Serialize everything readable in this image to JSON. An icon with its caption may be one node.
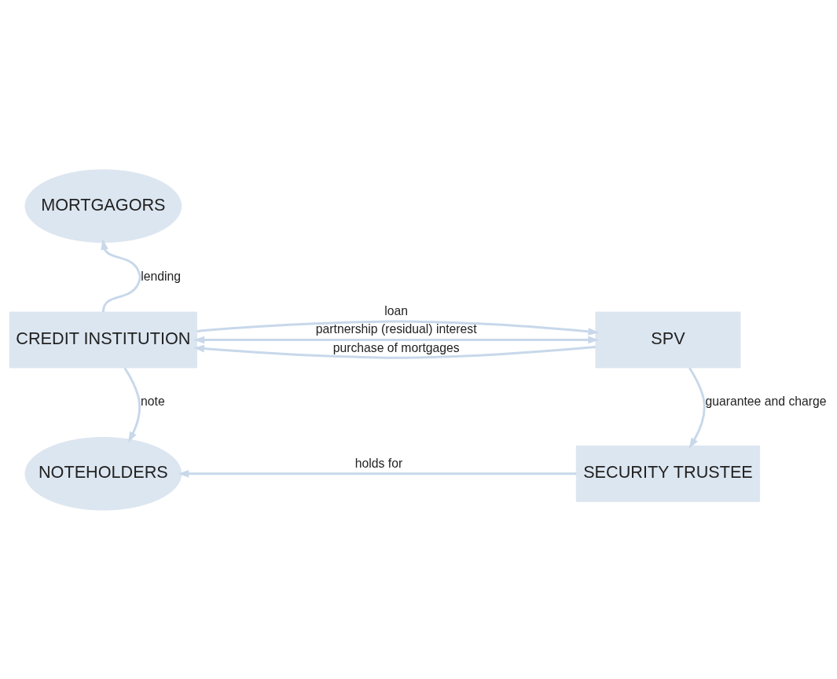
{
  "diagram": {
    "nodes": [
      {
        "text": [
          "MORTGAGORS"
        ]
      },
      {
        "text": [
          "CREDIT INSTITUTION"
        ]
      },
      {
        "text": [
          "SPV"
        ]
      },
      {
        "text": [
          "NOTEHOLDERS"
        ]
      },
      {
        "text": [
          "SECURITY TRUSTEE"
        ]
      }
    ],
    "edges": [
      {
        "from": 1,
        "to": 0,
        "arrow": "to",
        "label": "lending"
      },
      {
        "from": 1,
        "to": 2,
        "arrow": "both",
        "label": "partnership (residual) interest"
      },
      {
        "from": 1,
        "to": 2,
        "arrow": "to",
        "label": "loan"
      },
      {
        "from": 2,
        "to": 1,
        "arrow": "to",
        "label": "purchase of mortgages"
      },
      {
        "from": 1,
        "to": 3,
        "arrow": "to",
        "label": "note"
      },
      {
        "from": 2,
        "to": 4,
        "arrow": "to",
        "label": "guarantee and charge"
      },
      {
        "from": 4,
        "to": 3,
        "arrow": "to",
        "label": "holds for"
      }
    ]
  }
}
